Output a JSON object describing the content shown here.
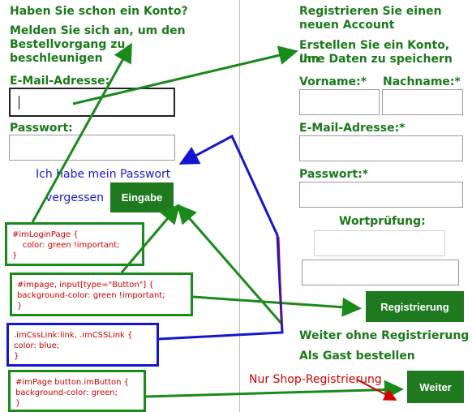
{
  "login": {
    "title": "Haben Sie schon ein Konto?",
    "subtitle_line1": "Melden Sie sich an, um den",
    "subtitle_line2": "Bestellvorgang zu",
    "subtitle_line3": "beschleunigen",
    "email_label": "E-Mail-Adresse:",
    "password_label": "Passwort:",
    "forgot_line1": "Ich habe mein Passwort",
    "forgot_line2": "vergessen",
    "submit_label": "Eingabe"
  },
  "register": {
    "title_line1": "Registrieren Sie einen",
    "title_line2": "neuen Account",
    "subtitle_line1": "Erstellen Sie ein Konto, um",
    "subtitle_line2": "Ihre Daten zu speichern",
    "firstname_label": "Vorname:*",
    "lastname_label": "Nachname:*",
    "email_label": "E-Mail-Adresse:*",
    "password_label": "Passwort:*",
    "captcha_label": "Wortprüfung:",
    "submit_label": "Registrierung",
    "guest_line1": "Weiter ohne Registrierung",
    "guest_line2": "Als Gast bestellen",
    "shop_only_note": "Nur Shop-Registrierung",
    "continue_label": "Weiter"
  },
  "annotations": {
    "box1": [
      "#imLoginPage {",
      "    color: green !important;",
      "}"
    ],
    "box2": [
      "#impage, input[type=\"Button\"] {",
      "background-color: green !important;",
      "}"
    ],
    "box3": [
      ".imCssLink:link, .imCSSLink {",
      "color: blue;",
      "}"
    ],
    "box4": [
      "#imPage button.imButton {",
      "background-color: green;",
      "}"
    ]
  },
  "colors": {
    "label_green": "#1a7a1a",
    "button_green": "#1f7a1f",
    "link_blue": "#1a1acc",
    "annotation_red": "#cc0000",
    "arrow_green": "#1a8a1a",
    "arrow_blue": "#1515d0"
  }
}
